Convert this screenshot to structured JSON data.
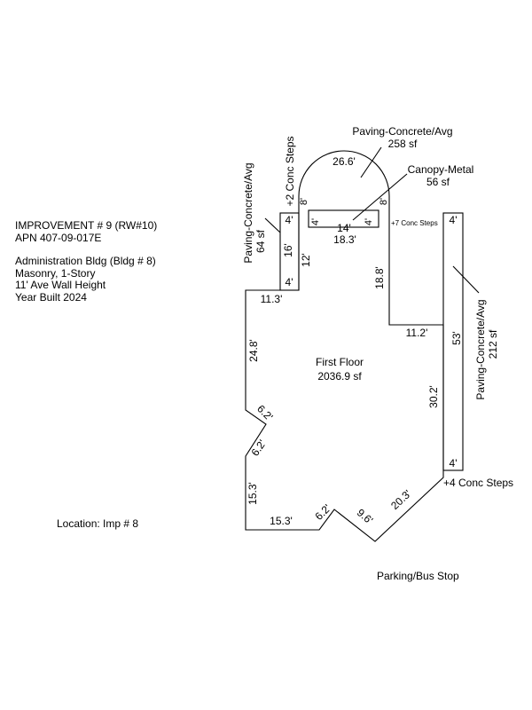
{
  "info_block": {
    "line1": "IMPROVEMENT # 9 (RW#10)",
    "line2": "APN 407-09-017E",
    "line3": "Administration Bldg (Bldg # 8)",
    "line4": "Masonry, 1-Story",
    "line5": "11' Ave Wall Height",
    "line6": "Year Built 2024"
  },
  "location_text": "Location: Imp # 8",
  "parking_text": "Parking/Bus Stop",
  "labels": {
    "first_floor": "First Floor",
    "first_floor_area": "2036.9 sf",
    "paving_top": "Paving-Concrete/Avg",
    "paving_top_area": "258 sf",
    "canopy": "Canopy-Metal",
    "canopy_area": "56 sf",
    "paving_left": "Paving-Concrete/Avg",
    "paving_left_area": "64 sf",
    "paving_right": "Paving-Concrete/Avg",
    "paving_right_area": "212 sf",
    "steps_2": "+2 Conc Steps",
    "steps_7": "+7 Conc Steps",
    "steps_4": "+4 Conc Steps"
  },
  "dims": {
    "arc": "26.6'",
    "arc_left": "8'",
    "arc_right": "8'",
    "canopy_left": "4'",
    "canopy_mid": "14'",
    "canopy_right": "4'",
    "width_top": "18.3'",
    "left_strip_top": "4'",
    "left_strip_mid": "16'",
    "left_strip_bottom": "4'",
    "left_notch": "12'",
    "top_left": "11.3'",
    "right_upper": "18.8'",
    "right_step": "11.2'",
    "right_wall": "30.2'",
    "right_strip_top": "4'",
    "right_strip_len": "53'",
    "right_strip_bottom": "4'",
    "left_upper": "24.8'",
    "notch_a": "6.2'",
    "notch_b": "6.2'",
    "left_lower": "15.3'",
    "bottom_left": "15.3'",
    "bottom_b": "6.2'",
    "bottom_c": "9.6'",
    "bottom_d": "20.3'"
  }
}
